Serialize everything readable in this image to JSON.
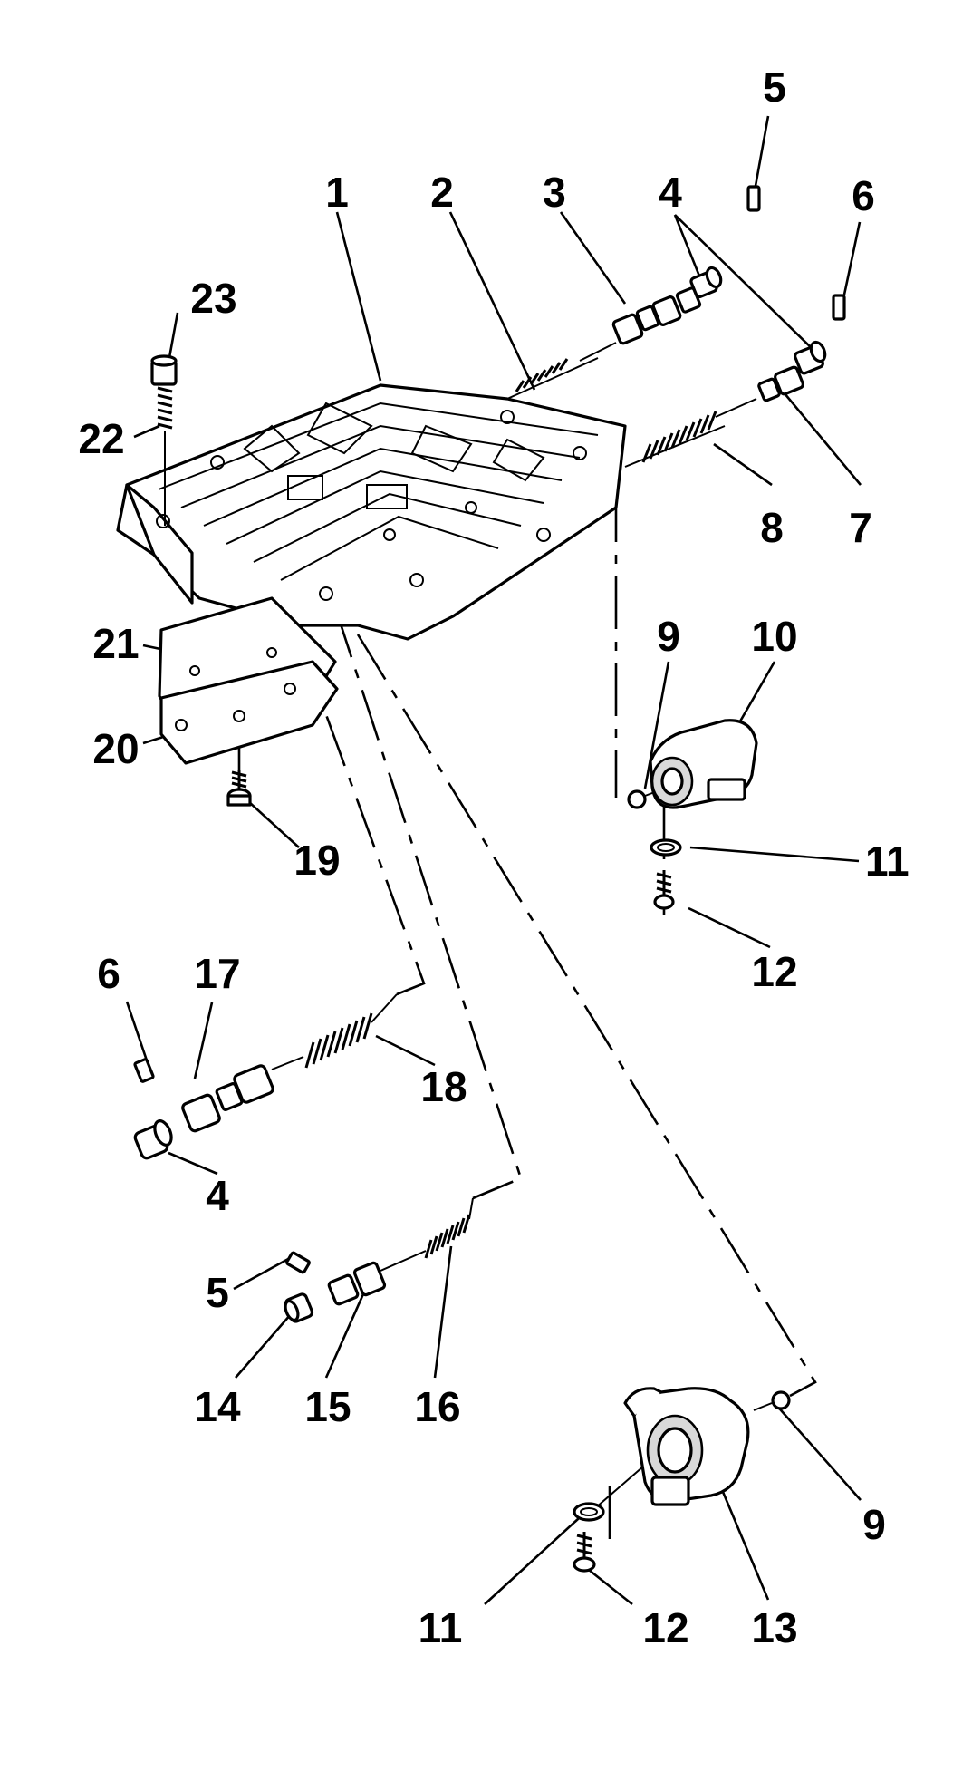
{
  "callouts": [
    "1",
    "2",
    "3",
    "4",
    "5",
    "6",
    "7",
    "8",
    "9",
    "10",
    "11",
    "12",
    "6",
    "17",
    "18",
    "19",
    "20",
    "21",
    "22",
    "23",
    "4",
    "5",
    "14",
    "15",
    "16",
    "9",
    "11",
    "12",
    "13"
  ],
  "colors": {
    "ink": "#000000",
    "paper": "#ffffff",
    "shade": "#d9d9d9"
  }
}
